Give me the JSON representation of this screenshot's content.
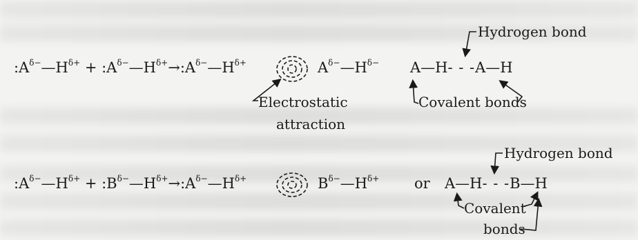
{
  "top": {
    "equation": [
      ":A",
      "δ−",
      "—H",
      "δ+",
      " + :A",
      "δ−",
      "—H",
      "δ+",
      "→:A",
      "δ−",
      "—H",
      "δ+"
    ],
    "after_cloud": [
      "A",
      "δ−",
      "—H",
      "δ−"
    ],
    "bond_left": "A—H",
    "bond_dashes": "- - -",
    "bond_right": "A—H",
    "hydrogen_label": "Hydrogen bond",
    "covalent_label": "Covalent bonds",
    "electrostatic_label": "Electrostatic",
    "attraction_label": "attraction"
  },
  "bottom": {
    "equation": [
      ":A",
      "δ−",
      "—H",
      "δ+",
      " + :B",
      "δ−",
      "—H",
      "δ+",
      "→:A",
      "δ−",
      "—H",
      "δ+"
    ],
    "after_cloud": [
      "B",
      "δ−",
      "—H",
      "δ+"
    ],
    "or_label": "or",
    "bond_left": "A—H",
    "bond_dashes": "- - -",
    "bond_right": "B—H",
    "hydrogen_label": "Hydrogen bond",
    "covalent_label": "Covalent",
    "bonds_label": "bonds"
  }
}
